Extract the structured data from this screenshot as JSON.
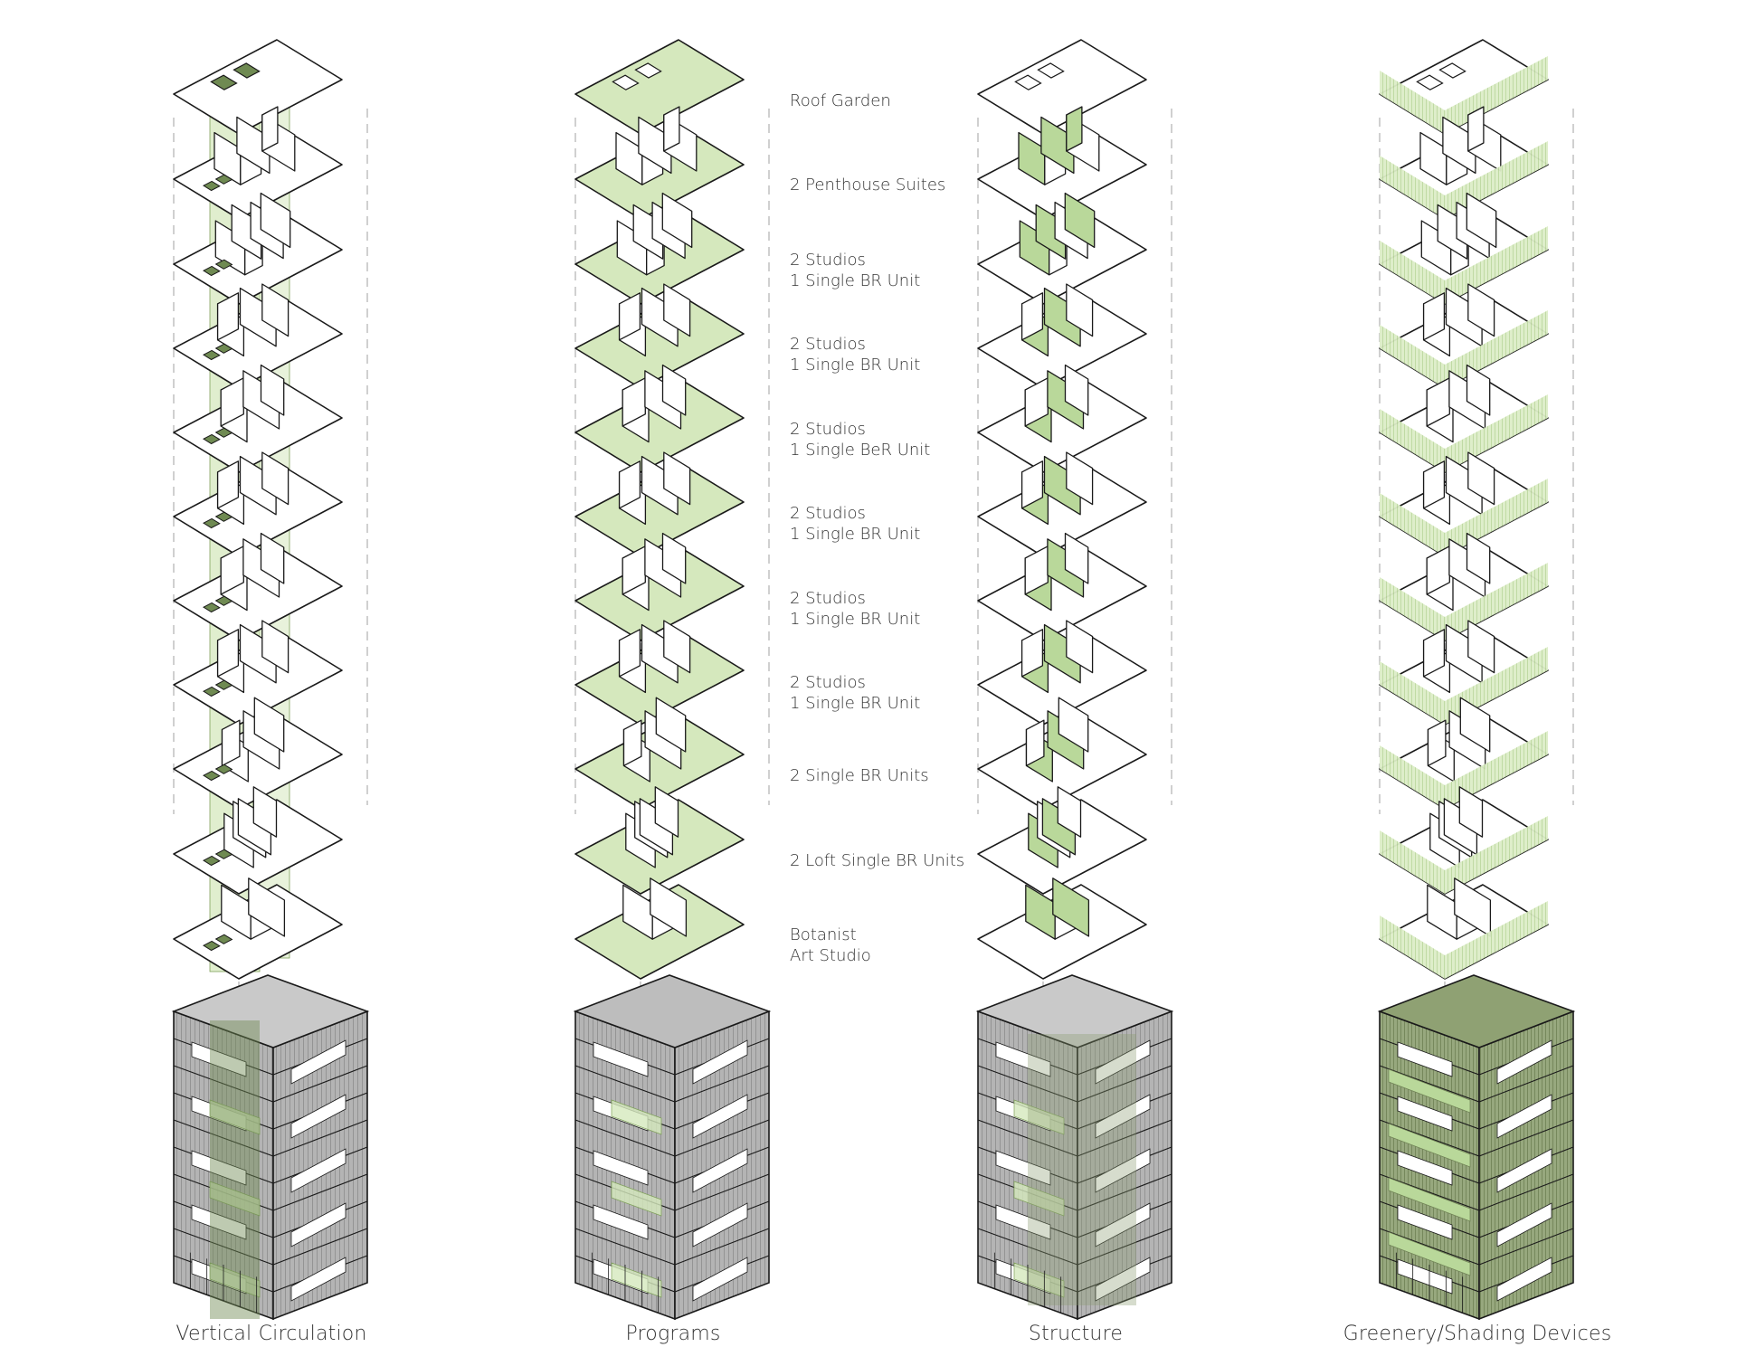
{
  "columns": [
    {
      "title": "Vertical Circulation",
      "theme": "circulation"
    },
    {
      "title": "Programs",
      "theme": "programs"
    },
    {
      "title": "Structure",
      "theme": "structure"
    },
    {
      "title": "Greenery/Shading Devices",
      "theme": "greenery"
    }
  ],
  "program_labels": [
    {
      "lines": [
        "Roof Garden"
      ]
    },
    {
      "lines": [
        "2 Penthouse Suites"
      ]
    },
    {
      "lines": [
        "2 Studios",
        "1 Single BR Unit"
      ]
    },
    {
      "lines": [
        "2 Studios",
        "1 Single BR Unit"
      ]
    },
    {
      "lines": [
        "2 Studios",
        "1 Single BeR Unit"
      ]
    },
    {
      "lines": [
        "2 Studios",
        "1 Single BR Unit"
      ]
    },
    {
      "lines": [
        "2 Studios",
        "1 Single BR Unit"
      ]
    },
    {
      "lines": [
        "2 Studios",
        "1 Single BR Unit"
      ]
    },
    {
      "lines": [
        "2 Single BR Units"
      ]
    },
    {
      "lines": [
        "2 Loft Single BR Units"
      ]
    },
    {
      "lines": [
        "Botanist",
        "Art Studio"
      ]
    }
  ],
  "colors": {
    "line": "#1a1a1a",
    "light_green": "#d5e8bd",
    "mid_green": "#b9d89a",
    "dark_green": "#6f8a52",
    "olive": "#8a9a70",
    "grey": "#9b9b9b",
    "dash": "#aaaaaa",
    "text": "#333333"
  }
}
